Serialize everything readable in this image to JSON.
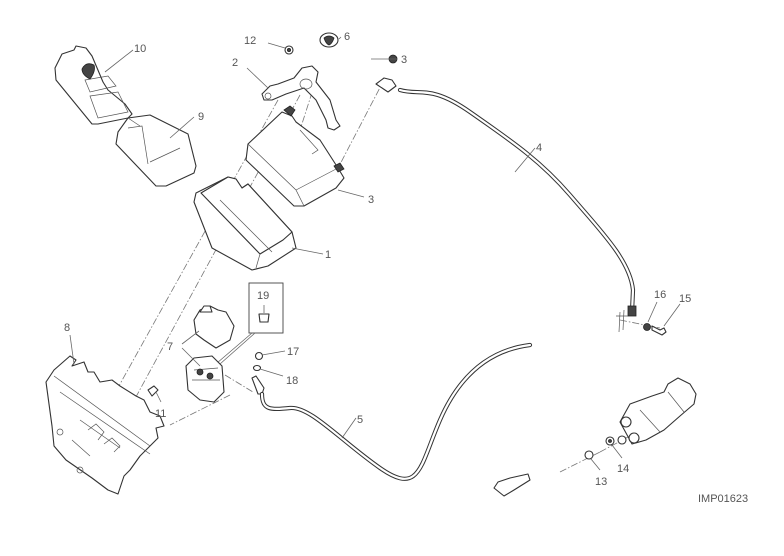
{
  "diagram": {
    "title": "Battery and starter electrical system exploded view",
    "reference_code": "IMP01623",
    "colors": {
      "line": "#333333",
      "label": "#555555",
      "background": "#ffffff"
    },
    "callouts": [
      {
        "number": "1",
        "part": "battery-box"
      },
      {
        "number": "2",
        "part": "battery-bracket"
      },
      {
        "number": "3",
        "part": "battery"
      },
      {
        "number": "3",
        "part": "terminal-screw"
      },
      {
        "number": "4",
        "part": "positive-cable"
      },
      {
        "number": "5",
        "part": "starter-cable"
      },
      {
        "number": "6",
        "part": "rubber-plug"
      },
      {
        "number": "7",
        "part": "starter-solenoid"
      },
      {
        "number": "8",
        "part": "battery-support-tray"
      },
      {
        "number": "9",
        "part": "cover-pad"
      },
      {
        "number": "10",
        "part": "battery-cover"
      },
      {
        "number": "11",
        "part": "clip-nut"
      },
      {
        "number": "12",
        "part": "screw"
      },
      {
        "number": "13",
        "part": "nut"
      },
      {
        "number": "14",
        "part": "washer"
      },
      {
        "number": "15",
        "part": "screw"
      },
      {
        "number": "16",
        "part": "washer"
      },
      {
        "number": "17",
        "part": "screw"
      },
      {
        "number": "18",
        "part": "washer"
      },
      {
        "number": "19",
        "part": "fuse"
      }
    ]
  }
}
